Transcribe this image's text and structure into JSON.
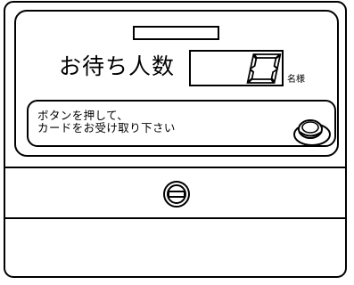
{
  "panel": {
    "title": "お待ち人数",
    "count": "0",
    "unit": "名様",
    "instruction_line1": "ボタンを押して、",
    "instruction_line2": "カードをお受け取り下さい"
  },
  "icons": {
    "call_button": "round-push-button-icon",
    "lock": "round-key-lock-icon",
    "card_slot": "card-dispenser-slot"
  },
  "colors": {
    "line": "#000000",
    "background": "#ffffff"
  }
}
